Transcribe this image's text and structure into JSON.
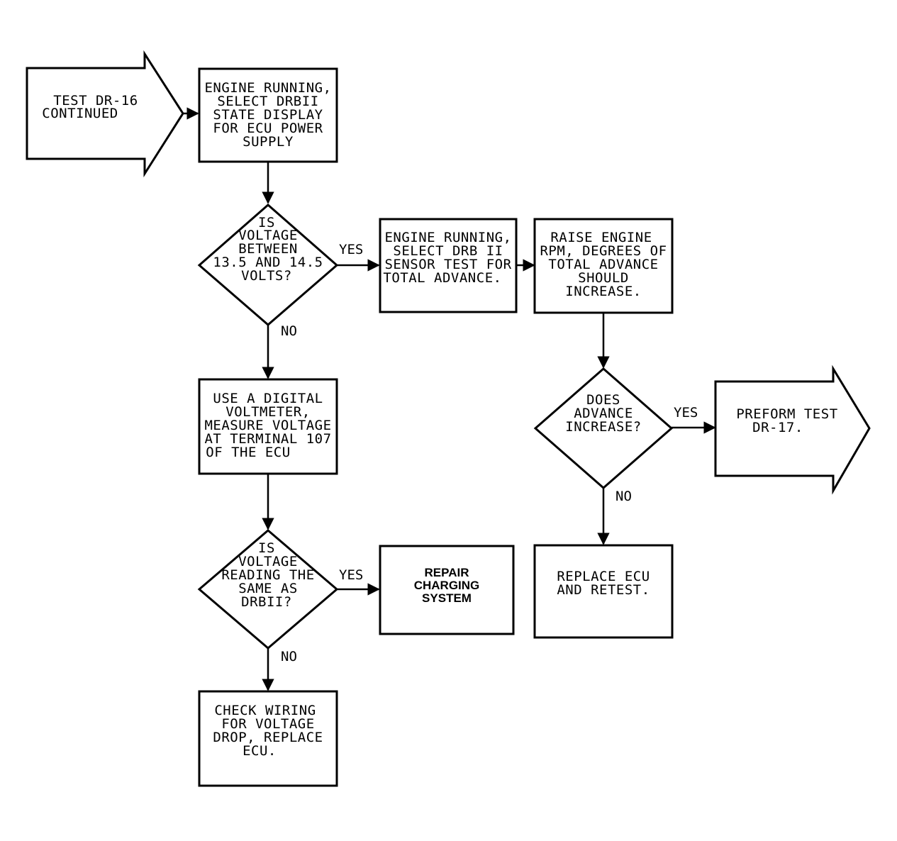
{
  "start": {
    "lines": [
      "TEST DR-16",
      "CONTINUED"
    ]
  },
  "step1": {
    "lines": [
      "ENGINE RUNNING,",
      "SELECT DRBII",
      "STATE DISPLAY",
      "FOR ECU POWER",
      "SUPPLY"
    ]
  },
  "decision1": {
    "lines": [
      "IS",
      "VOLTAGE",
      "BETWEEN",
      "13.5 AND 14.5",
      "VOLTS?"
    ],
    "yes": "YES",
    "no": "NO"
  },
  "step2": {
    "lines": [
      "ENGINE RUNNING,",
      "SELECT DRB II",
      "SENSOR TEST FOR",
      "TOTAL ADVANCE."
    ]
  },
  "step3": {
    "lines": [
      "RAISE ENGINE",
      "RPM, DEGREES OF",
      "TOTAL ADVANCE",
      "SHOULD",
      "INCREASE."
    ]
  },
  "decision2": {
    "lines": [
      "DOES",
      "ADVANCE",
      "INCREASE?"
    ],
    "yes": "YES",
    "no": "NO"
  },
  "end_test": {
    "lines": [
      "PREFORM TEST",
      "DR-17."
    ]
  },
  "replace_ecu": {
    "lines": [
      "REPLACE ECU",
      "AND RETEST."
    ]
  },
  "step4": {
    "lines": [
      "USE A DIGITAL",
      "VOLTMETER,",
      "MEASURE VOLTAGE",
      "AT TERMINAL 107",
      "OF THE ECU"
    ]
  },
  "decision3": {
    "lines": [
      "IS",
      "VOLTAGE",
      "READING THE",
      "SAME AS",
      "DRBII?"
    ],
    "yes": "YES",
    "no": "NO"
  },
  "repair": {
    "lines": [
      "REPAIR",
      "CHARGING",
      "SYSTEM"
    ]
  },
  "check_wiring": {
    "lines": [
      "CHECK WIRING",
      "FOR VOLTAGE",
      "DROP, REPLACE",
      "ECU."
    ]
  }
}
